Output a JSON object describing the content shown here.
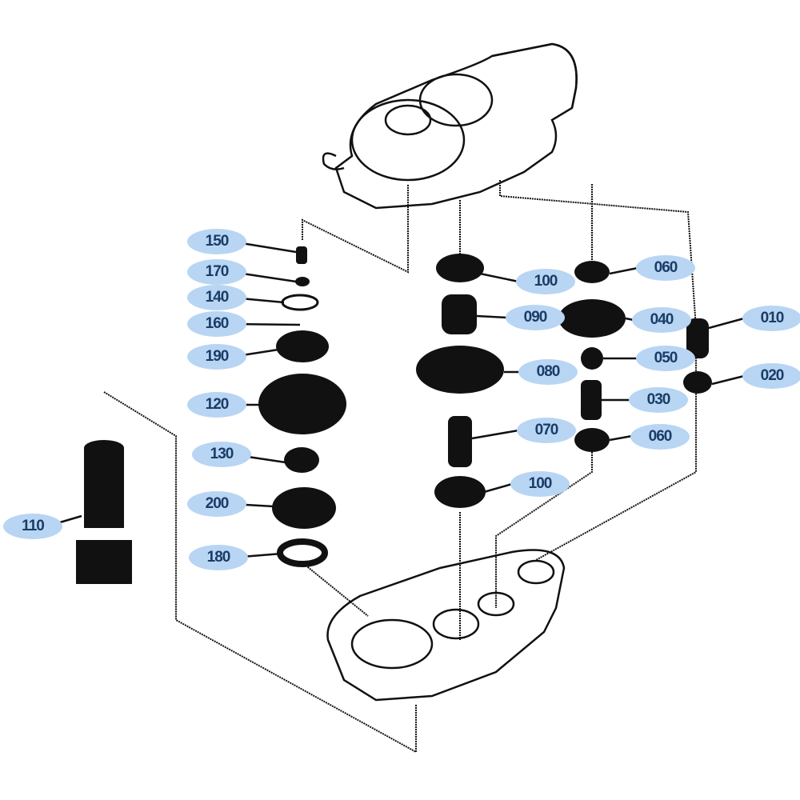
{
  "title": "Gearbox exploded parts diagram",
  "colors": {
    "callout_fill": "#b8d5f3",
    "callout_text": "#1a3c66",
    "line": "#111111"
  },
  "callouts": [
    {
      "id": "150",
      "label": "150"
    },
    {
      "id": "170",
      "label": "170"
    },
    {
      "id": "140",
      "label": "140"
    },
    {
      "id": "160",
      "label": "160"
    },
    {
      "id": "190",
      "label": "190"
    },
    {
      "id": "120",
      "label": "120"
    },
    {
      "id": "130",
      "label": "130"
    },
    {
      "id": "200",
      "label": "200"
    },
    {
      "id": "180",
      "label": "180"
    },
    {
      "id": "110",
      "label": "110"
    },
    {
      "id": "100a",
      "label": "100"
    },
    {
      "id": "090",
      "label": "090"
    },
    {
      "id": "080",
      "label": "080"
    },
    {
      "id": "070",
      "label": "070"
    },
    {
      "id": "100b",
      "label": "100"
    },
    {
      "id": "060a",
      "label": "060"
    },
    {
      "id": "040",
      "label": "040"
    },
    {
      "id": "050",
      "label": "050"
    },
    {
      "id": "030",
      "label": "030"
    },
    {
      "id": "060b",
      "label": "060"
    },
    {
      "id": "010",
      "label": "010"
    },
    {
      "id": "020",
      "label": "020"
    }
  ]
}
